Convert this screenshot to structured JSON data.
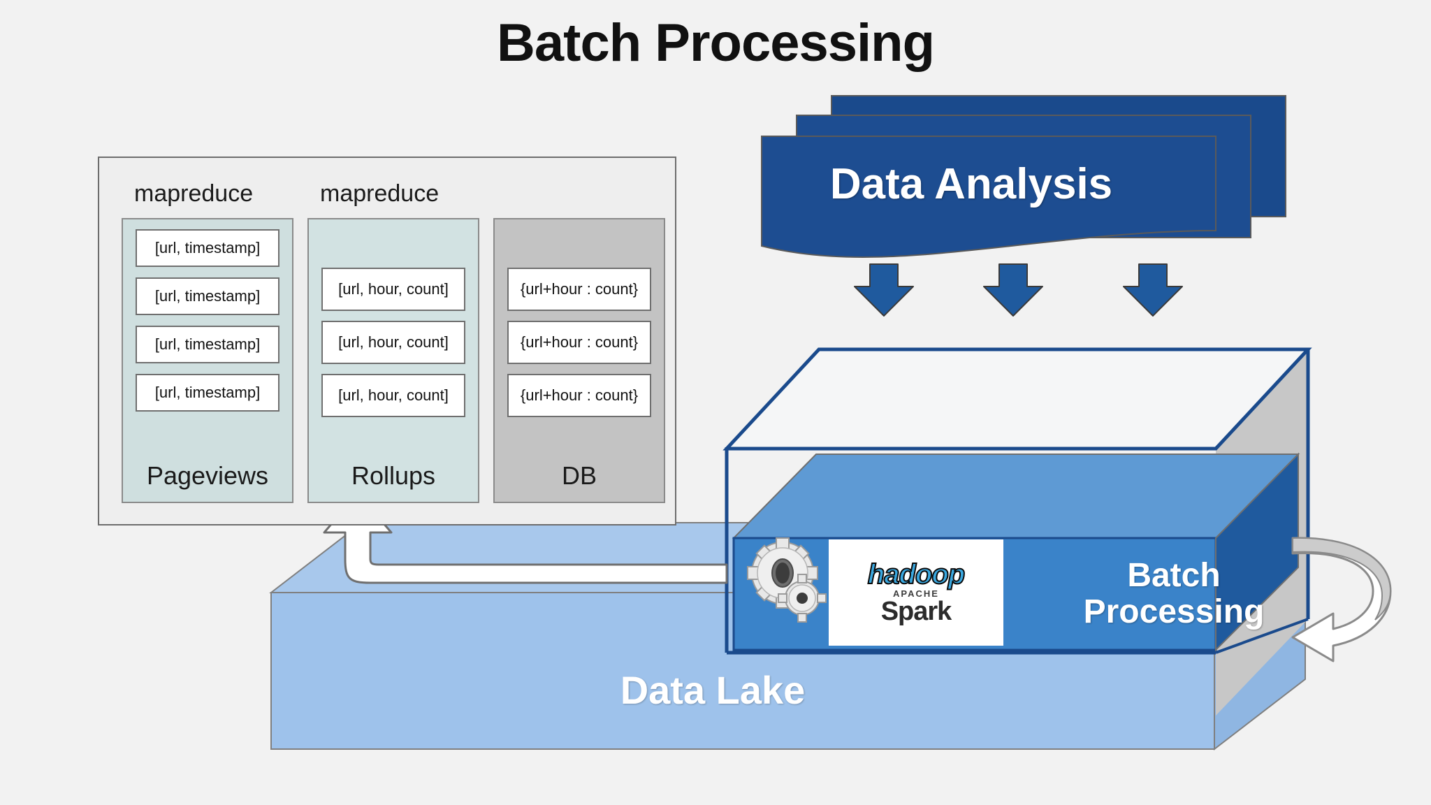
{
  "title": "Batch Processing",
  "colors": {
    "page_background": "#f2f2f2",
    "dark_blue": "#1a4a8c",
    "mid_blue": "#3a83c9",
    "light_blue": "#9ec2eb",
    "slab_blue": "#5e9ad4",
    "panel_gray": "#eeeeee",
    "pageviews_fill": "#cfdfdf",
    "rollups_fill": "#d2e2e2",
    "db_fill": "#c3c3c3",
    "arrow_white": "#ffffff",
    "arrow_gray": "#c8c8c8"
  },
  "pipeline": {
    "mapreduce_labels": [
      "mapreduce",
      "mapreduce"
    ],
    "columns": [
      {
        "name": "pageviews",
        "title": "Pageviews",
        "items": [
          "[url, timestamp]",
          "[url, timestamp]",
          "[url, timestamp]",
          "[url, timestamp]"
        ]
      },
      {
        "name": "rollups",
        "title": "Rollups",
        "items": [
          "[url, hour, count]",
          "[url, hour, count]",
          "[url, hour, count]"
        ]
      },
      {
        "name": "db",
        "title": "DB",
        "items": [
          "{url+hour : count}",
          "{url+hour : count}",
          "{url+hour : count}"
        ]
      }
    ]
  },
  "data_analysis": {
    "label": "Data Analysis",
    "sheet_count": 3,
    "arrow_count": 3,
    "arrow_icon": "down-arrow-icon"
  },
  "batch_box": {
    "label_line1": "Batch",
    "label_line2": "Processing",
    "label": "Batch Processing",
    "gear_icon": "gears-icon",
    "logos": {
      "hadoop": "hadoop",
      "spark_apache": "APACHE",
      "spark": "Spark",
      "spark_tm": "™"
    },
    "recycle_arrow_icon": "curved-recycle-arrow-icon",
    "feedback_pipe_icon": "feedback-pipe-arrow-icon"
  },
  "data_lake": {
    "label": "Data Lake"
  }
}
